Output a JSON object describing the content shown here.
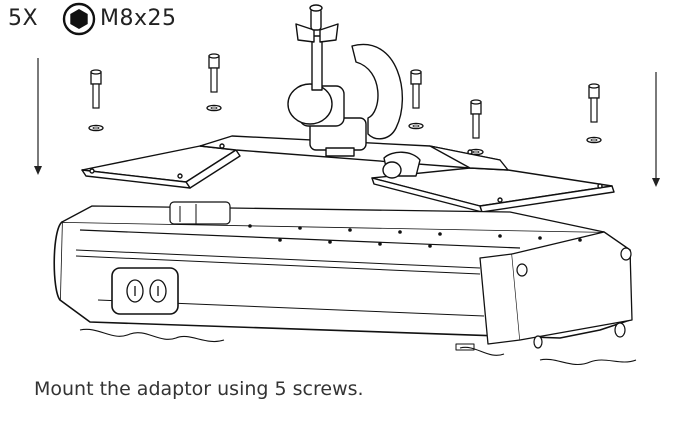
{
  "header": {
    "quantity": "5X",
    "screw_spec": "M8x25",
    "drive_icon": "hex-socket-icon"
  },
  "caption": "Mount the adaptor using 5 screws.",
  "colors": {
    "line": "#1a1a1a",
    "fill": "#ffffff",
    "text": "#222222"
  }
}
